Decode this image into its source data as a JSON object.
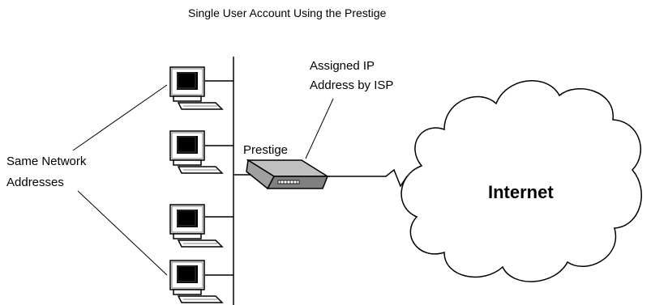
{
  "diagram": {
    "title": "Single User Account Using the Prestige",
    "labels": {
      "same_network_line1": "Same Network",
      "same_network_line2": "Addresses",
      "assigned_ip_line1": "Assigned IP",
      "assigned_ip_line2": "Address by ISP",
      "prestige": "Prestige",
      "internet": "Internet"
    },
    "nodes": [
      {
        "name": "computer",
        "count": 4
      },
      {
        "name": "prestige-router"
      },
      {
        "name": "internet-cloud"
      }
    ],
    "colors": {
      "line": "#000000",
      "monitor_face": "#ffffff",
      "monitor_shadow": "#808080",
      "router_top": "#c0c0c0",
      "router_side": "#808080"
    }
  }
}
